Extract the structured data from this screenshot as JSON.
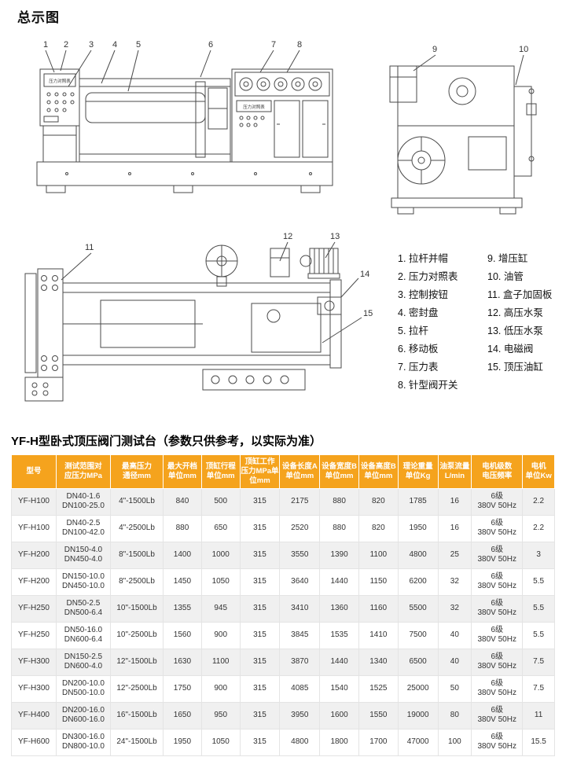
{
  "page": {
    "title": "总示图"
  },
  "colors": {
    "header_bg": "#f5a31d"
  },
  "diagram_labels": {
    "panel": "压力对照表"
  },
  "callouts": {
    "front": [
      "1",
      "2",
      "3",
      "4",
      "5",
      "6",
      "7",
      "8"
    ],
    "side": [
      "9",
      "10"
    ],
    "top": [
      "11",
      "12",
      "13",
      "14",
      "15"
    ]
  },
  "legend": {
    "col1": [
      "1. 拉杆并帽",
      "2. 压力对照表",
      "3. 控制按钮",
      "4. 密封盘",
      "5. 拉杆",
      "6. 移动板",
      "7. 压力表",
      "8. 针型阀开关"
    ],
    "col2": [
      "9. 增压缸",
      "10. 油管",
      "11. 盒子加固板",
      "12. 高压水泵",
      "13. 低压水泵",
      "14. 电磁阀",
      "15. 顶压油缸"
    ]
  },
  "table": {
    "title": "YF-H型卧式顶压阀门测试台（参数只供参考，以实际为准）",
    "headers": [
      [
        "型号"
      ],
      [
        "测试范围对",
        "应压力MPa"
      ],
      [
        "最高压力",
        "通径mm"
      ],
      [
        "最大开档",
        "单位mm"
      ],
      [
        "顶缸行程",
        "单位mm"
      ],
      [
        "顶缸工作",
        "压力MPa单位mm"
      ],
      [
        "设备长度A",
        "单位mm"
      ],
      [
        "设备宽度B",
        "单位mm"
      ],
      [
        "设备高度B",
        "单位mm"
      ],
      [
        "理论重量",
        "单位Kg"
      ],
      [
        "油泵流量",
        "L/min"
      ],
      [
        "电机级数",
        "电压频率"
      ],
      [
        "电机",
        "单位Kw"
      ]
    ],
    "rows": [
      [
        "YF-H100",
        [
          "DN40-1.6",
          "DN100-25.0"
        ],
        "4\"-1500Lb",
        "840",
        "500",
        "315",
        "2175",
        "880",
        "820",
        "1785",
        "16",
        [
          "6级",
          "380V 50Hz"
        ],
        "2.2"
      ],
      [
        "YF-H100",
        [
          "DN40-2.5",
          "DN100-42.0"
        ],
        "4\"-2500Lb",
        "880",
        "650",
        "315",
        "2520",
        "880",
        "820",
        "1950",
        "16",
        [
          "6级",
          "380V 50Hz"
        ],
        "2.2"
      ],
      [
        "YF-H200",
        [
          "DN150-4.0",
          "DN450-4.0"
        ],
        "8\"-1500Lb",
        "1400",
        "1000",
        "315",
        "3550",
        "1390",
        "1100",
        "4800",
        "25",
        [
          "6级",
          "380V 50Hz"
        ],
        "3"
      ],
      [
        "YF-H200",
        [
          "DN150-10.0",
          "DN450-10.0"
        ],
        "8\"-2500Lb",
        "1450",
        "1050",
        "315",
        "3640",
        "1440",
        "1150",
        "6200",
        "32",
        [
          "6级",
          "380V 50Hz"
        ],
        "5.5"
      ],
      [
        "YF-H250",
        [
          "DN50-2.5",
          "DN500-6.4"
        ],
        "10\"-1500Lb",
        "1355",
        "945",
        "315",
        "3410",
        "1360",
        "1160",
        "5500",
        "32",
        [
          "6级",
          "380V 50Hz"
        ],
        "5.5"
      ],
      [
        "YF-H250",
        [
          "DN50-16.0",
          "DN600-6.4"
        ],
        "10\"-2500Lb",
        "1560",
        "900",
        "315",
        "3845",
        "1535",
        "1410",
        "7500",
        "40",
        [
          "6级",
          "380V 50Hz"
        ],
        "5.5"
      ],
      [
        "YF-H300",
        [
          "DN150-2.5",
          "DN600-4.0"
        ],
        "12\"-1500Lb",
        "1630",
        "1100",
        "315",
        "3870",
        "1440",
        "1340",
        "6500",
        "40",
        [
          "6级",
          "380V 50Hz"
        ],
        "7.5"
      ],
      [
        "YF-H300",
        [
          "DN200-10.0",
          "DN500-10.0"
        ],
        "12\"-2500Lb",
        "1750",
        "900",
        "315",
        "4085",
        "1540",
        "1525",
        "25000",
        "50",
        [
          "6级",
          "380V 50Hz"
        ],
        "7.5"
      ],
      [
        "YF-H400",
        [
          "DN200-16.0",
          "DN600-16.0"
        ],
        "16\"-1500Lb",
        "1650",
        "950",
        "315",
        "3950",
        "1600",
        "1550",
        "19000",
        "80",
        [
          "6级",
          "380V 50Hz"
        ],
        "11"
      ],
      [
        "YF-H600",
        [
          "DN300-16.0",
          "DN800-10.0"
        ],
        "24\"-1500Lb",
        "1950",
        "1050",
        "315",
        "4800",
        "1800",
        "1700",
        "47000",
        "100",
        [
          "6级",
          "380V 50Hz"
        ],
        "15.5"
      ]
    ]
  }
}
